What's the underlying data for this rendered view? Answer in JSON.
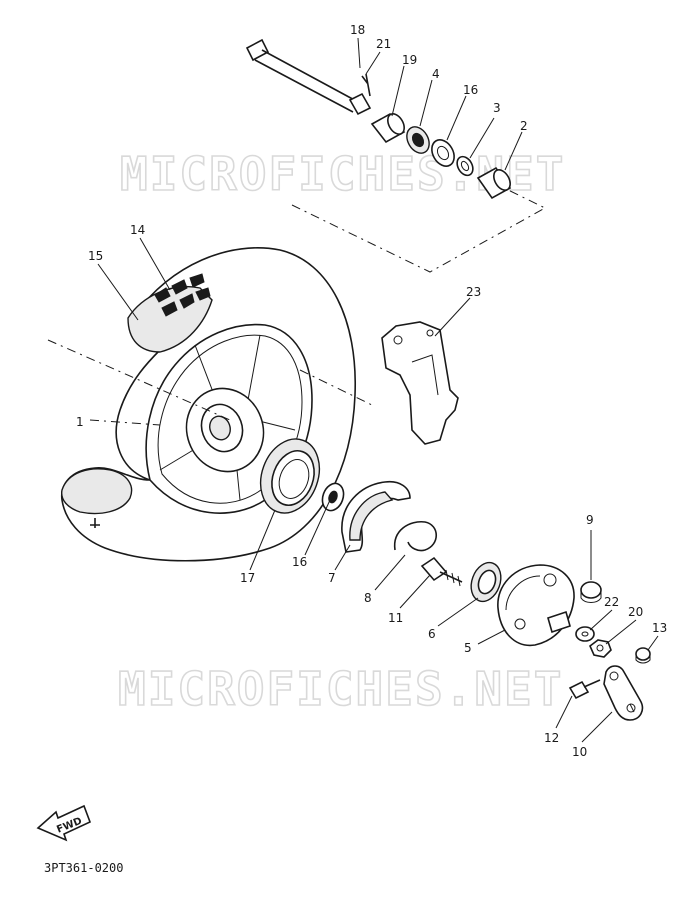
{
  "diagram": {
    "watermark_text": "MICROFICHES.NET",
    "fwd_label": "FWD",
    "drawing_code": "3PT361-0200",
    "callouts": {
      "c1": "1",
      "c2": "2",
      "c3": "3",
      "c4": "4",
      "c5": "5",
      "c6": "6",
      "c7": "7",
      "c8": "8",
      "c9": "9",
      "c10": "10",
      "c11": "11",
      "c12": "12",
      "c13": "13",
      "c14": "14",
      "c15": "15",
      "c16a": "16",
      "c16b": "16",
      "c17": "17",
      "c18": "18",
      "c19": "19",
      "c20": "20",
      "c21": "21",
      "c22": "22",
      "c23": "23"
    }
  }
}
